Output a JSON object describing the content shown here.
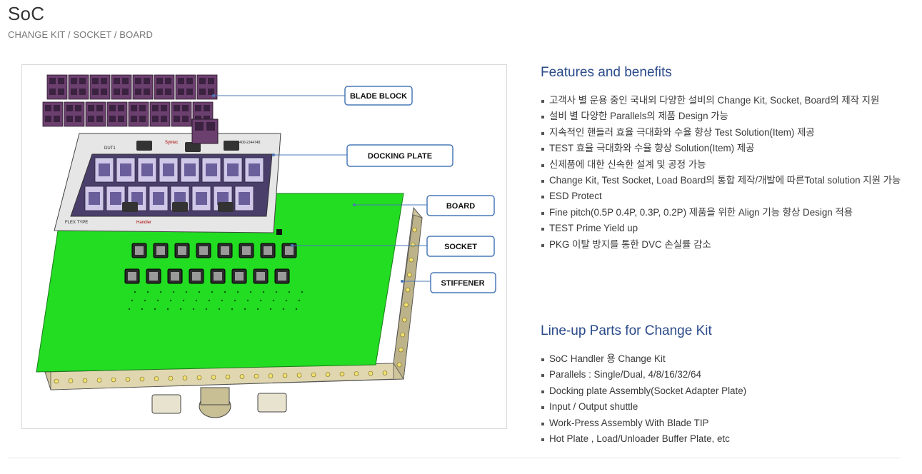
{
  "header": {
    "title": "SoC",
    "breadcrumb": "CHANGE KIT / SOCKET / BOARD"
  },
  "figure": {
    "callouts": [
      "BLADE BLOCK",
      "DOCKING PLATE",
      "BOARD",
      "SOCKET",
      "STIFFENER"
    ],
    "plate_texts": {
      "dut": "DUT1",
      "brand": "Syntec",
      "flex": "FLEX TYPE",
      "handler": "Handler",
      "code": "TP5400-2J44748"
    },
    "colors": {
      "board": "#22dd22",
      "blade": "#6b3f6e",
      "callout_border": "#4a78b8",
      "stiffener": "#d8cfa8"
    }
  },
  "features": {
    "title": "Features and benefits",
    "items": [
      "고객사 별 운용 중인 국내외 다양한 설비의 Change Kit, Socket, Board의 제작 지원",
      "설비 별 다양한 Parallels의 제품 Design 가능",
      "지속적인 핸들러 효율 극대화와 수율 향상 Test Solution(Item) 제공",
      "TEST 효율 극대화와 수율 향상 Solution(Item) 제공",
      "신제품에 대한 신속한 설계 및 공정 가능",
      "Change Kit, Test Socket, Load Board의 통합 제작/개발에 따른Total solution 지원 가능",
      "ESD Protect",
      "Fine pitch(0.5P 0.4P, 0.3P, 0.2P) 제품을 위한 Align 기능 향상 Design 적용",
      "TEST Prime Yield up",
      "PKG 이탈 방지를 통한 DVC 손실률 감소"
    ]
  },
  "lineup": {
    "title": "Line-up Parts for Change Kit",
    "items": [
      "SoC Handler 용 Change Kit",
      "Parallels : Single/Dual, 4/8/16/32/64",
      "Docking plate Assembly(Socket Adapter Plate)",
      "Input / Output shuttle",
      "Work-Press Assembly With Blade TIP",
      "Hot Plate , Load/Unloader Buffer Plate, etc"
    ]
  }
}
